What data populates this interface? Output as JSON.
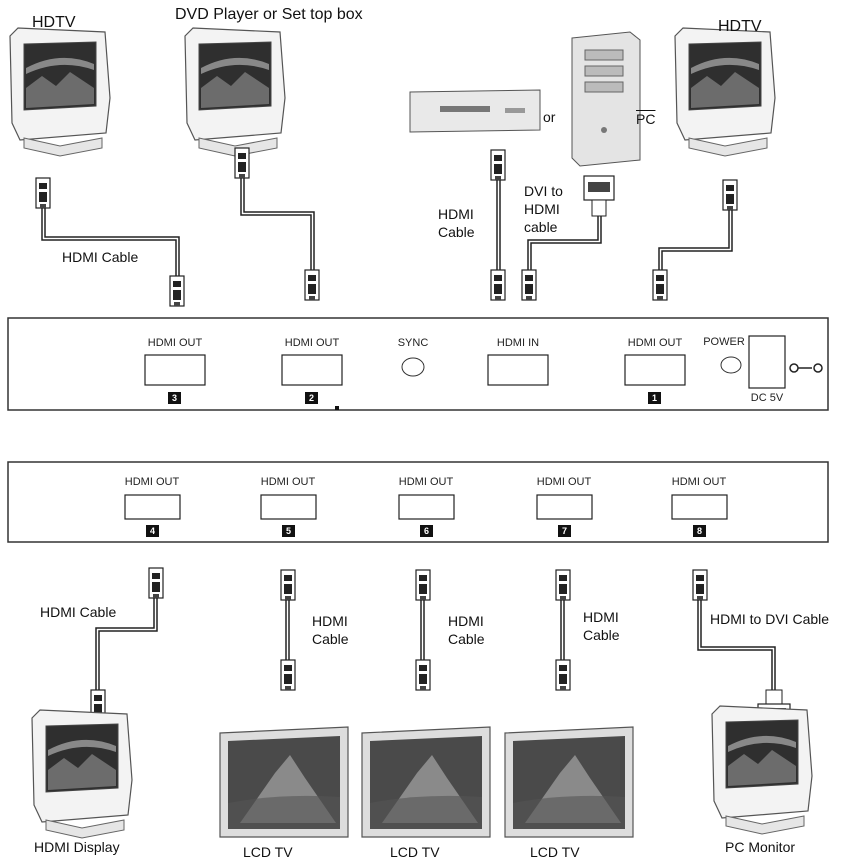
{
  "top_labels": {
    "hdtv_left": "HDTV",
    "dvd_stb": "DVD Player or Set top box",
    "hdtv_right": "HDTV",
    "or": "or",
    "pc": "PC",
    "hdmi_cable_left": "HDMI Cable",
    "hdmi_cable_center": "HDMI Cable",
    "dvi_to_hdmi": "DVI to HDMI cable"
  },
  "unit1": {
    "ports": [
      {
        "label": "HDMI OUT",
        "number": "3"
      },
      {
        "label": "HDMI OUT",
        "number": "2"
      },
      {
        "label": "SYNC"
      },
      {
        "label": "HDMI IN"
      },
      {
        "label": "HDMI OUT",
        "number": "1"
      },
      {
        "label": "POWER"
      }
    ],
    "dc_label": "DC 5V"
  },
  "unit2": {
    "ports": [
      {
        "label": "HDMI OUT",
        "number": "4"
      },
      {
        "label": "HDMI OUT",
        "number": "5"
      },
      {
        "label": "HDMI OUT",
        "number": "6"
      },
      {
        "label": "HDMI OUT",
        "number": "7"
      },
      {
        "label": "HDMI OUT",
        "number": "8"
      }
    ]
  },
  "bottom_labels": {
    "hdmi_cable_left": "HDMI Cable",
    "hdmi_cable_2": "HDMI Cable",
    "hdmi_cable_3": "HDMI Cable",
    "hdmi_cable_4": "HDMI Cable",
    "hdmi_to_dvi": "HDMI to DVI Cable",
    "hdmi_display": "HDMI Display",
    "lcd_tv_1": "LCD TV",
    "lcd_tv_2": "LCD TV",
    "lcd_tv_3": "LCD TV",
    "pc_monitor": "PC Monitor"
  },
  "colors": {
    "line": "#222222",
    "screen": "#3a3a3a",
    "monitor": "#f2f2f2",
    "panel_border": "#333333"
  }
}
